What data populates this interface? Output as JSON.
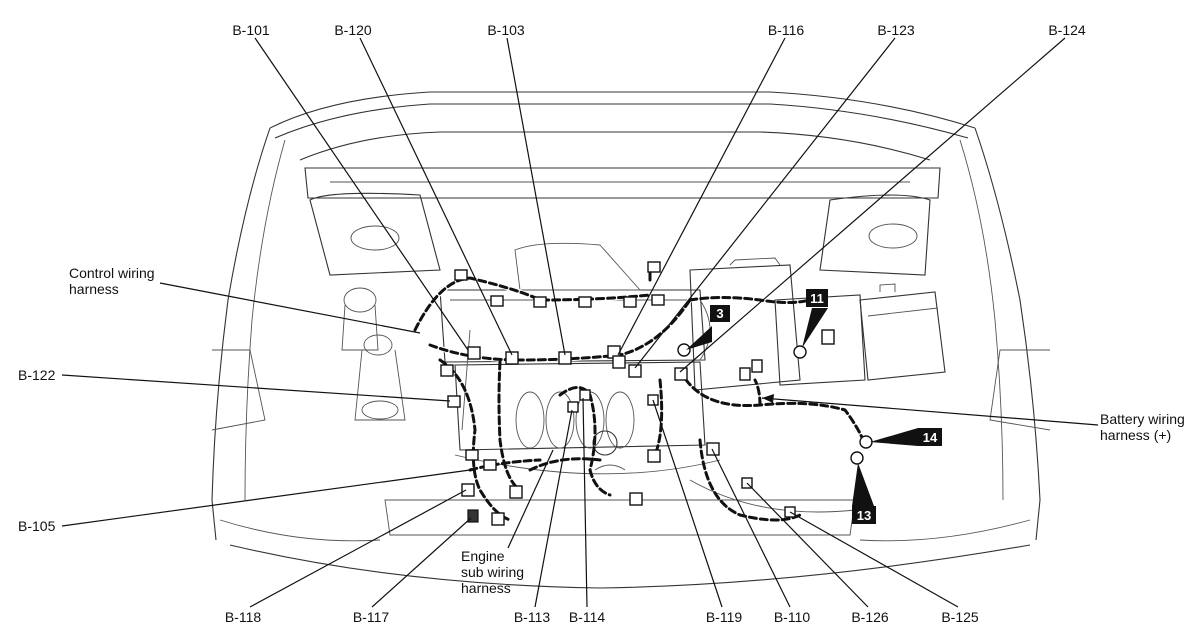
{
  "labels": {
    "b101": "B-101",
    "b120": "B-120",
    "b103": "B-103",
    "b116": "B-116",
    "b123": "B-123",
    "b124": "B-124",
    "b122": "B-122",
    "b105": "B-105",
    "b118": "B-118",
    "b117": "B-117",
    "b113": "B-113",
    "b114": "B-114",
    "b119": "B-119",
    "b110": "B-110",
    "b126": "B-126",
    "b125": "B-125"
  },
  "harness_labels": {
    "control_line1": "Control wiring",
    "control_line2": "harness",
    "battery_line1": "Battery wiring",
    "battery_line2": "harness (+)",
    "engine_line1": "Engine",
    "engine_line2": "sub wiring",
    "engine_line3": "harness"
  },
  "badges": {
    "b3": "3",
    "b11": "11",
    "b14": "14",
    "b13": "13"
  },
  "colors": {
    "line": "#111111",
    "badge": "#111111",
    "badge_text": "#ffffff"
  }
}
